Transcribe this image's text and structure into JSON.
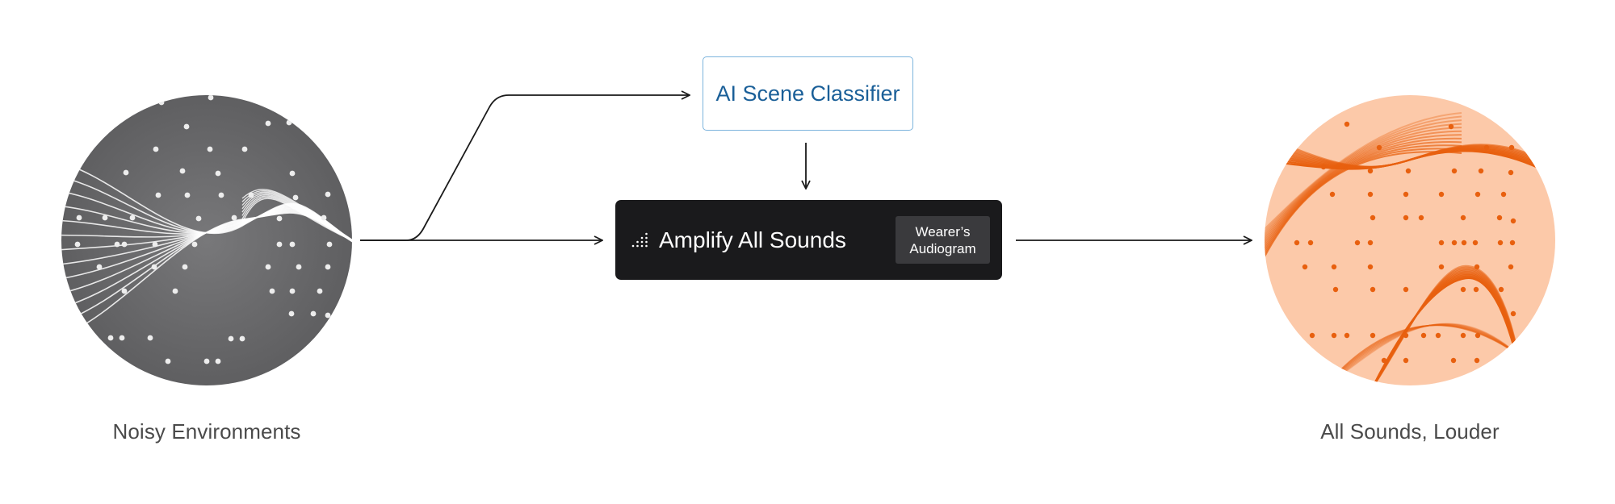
{
  "diagram": {
    "nodes": {
      "input": {
        "label": "Noisy Environments"
      },
      "classifier": {
        "label": "AI Scene Classifier"
      },
      "amplifier": {
        "label": "Amplify All Sounds",
        "badge_line1": "Wearer’s",
        "badge_line2": "Audiogram",
        "icon": "signal-bars-icon"
      },
      "output": {
        "label": "All Sounds, Louder"
      }
    },
    "edges": [
      {
        "from": "input",
        "to": "classifier"
      },
      {
        "from": "input",
        "to": "amplifier"
      },
      {
        "from": "classifier",
        "to": "amplifier"
      },
      {
        "from": "amplifier",
        "to": "output"
      }
    ],
    "colors": {
      "input_circle": "#6b6b6d",
      "input_dots": "#ededed",
      "output_circle": "#fcc9a9",
      "output_lines": "#e8600f",
      "classifier_border": "#7cb4dd",
      "classifier_text": "#1a5f98",
      "amplifier_bg": "#1a1a1c",
      "badge_bg": "#3a3a3d",
      "arrow": "#1a1a1a"
    }
  }
}
